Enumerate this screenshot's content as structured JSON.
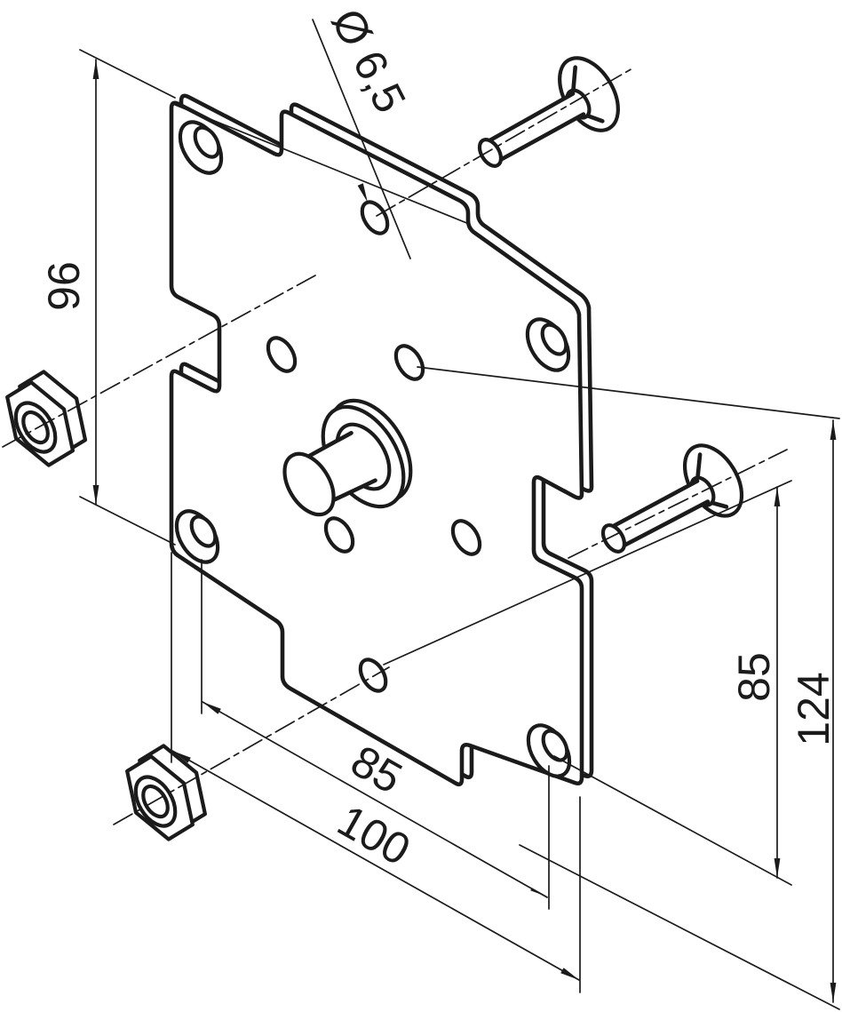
{
  "drawing": {
    "type": "technical-drawing",
    "background": "#ffffff",
    "line_color": "#1b1b1b",
    "dimensions": {
      "hole_diameter": "Ø 6,5",
      "left_height": "96",
      "bottom_inner": "85",
      "bottom_outer": "100",
      "right_inner": "85",
      "right_outer": "124"
    },
    "parts": [
      "mounting-plate",
      "countersunk-screw-top-right",
      "countersunk-screw-middle-right",
      "hex-nut-left",
      "hex-nut-bottom-left",
      "central-boss",
      "corner-countersunk-holes",
      "small-pattern-holes",
      "center-holes"
    ]
  }
}
